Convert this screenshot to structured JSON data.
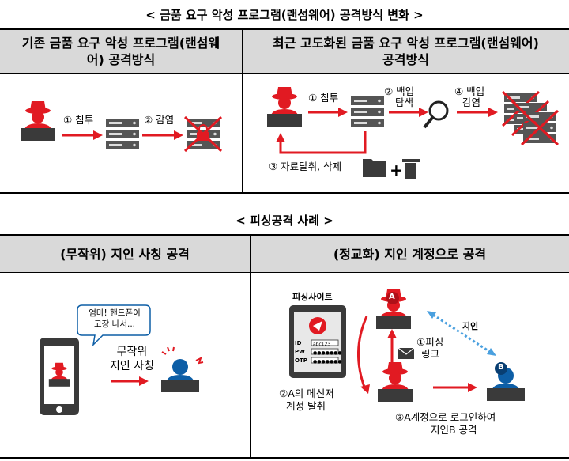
{
  "top": {
    "title": "< 금품 요구 악성 프로그램(랜섬웨어) 공격방식 변화 >",
    "left_header_line1": "기존 금품 요구 악성 프로그램(랜섬웨",
    "left_header_line2": "어) 공격방식",
    "right_header_line1": "최근 고도화된 금품 요구 악성 프로그램(랜섬웨어)",
    "right_header_line2": "공격방식",
    "left_steps": [
      "① 침투",
      "② 감염"
    ],
    "right_steps": {
      "s1": "① 침투",
      "s2_line1": "② 백업",
      "s2_line2": "탐색",
      "s4_line1": "④ 백업",
      "s4_line2": "감염",
      "s3": "③ 자료탈취, 삭제"
    }
  },
  "bottom": {
    "title": "< 피싱공격 사례 >",
    "left_header": "(무작위) 지인 사칭 공격",
    "right_header": "(정교화) 지인 계정으로 공격",
    "speech_line1": "엄마! 핸드폰이",
    "speech_line2": "고장 나서...",
    "impersonate_line1": "무작위",
    "impersonate_line2": "지인 사칭",
    "phishing_site": "피싱사이트",
    "form_labels": [
      "ID",
      "PW",
      "OTP"
    ],
    "form_values": [
      "abc123",
      "●●●●●●●",
      "●●●●●●●"
    ],
    "badge_a": "A",
    "badge_b": "B",
    "acquaintance": "지인",
    "phishing_link_line1": "①피싱",
    "phishing_link_line2": "링크",
    "steal_line1": "②A의 메신저",
    "steal_line2": "계정 탈취",
    "attack_line1": "③A계정으로 로그인하여",
    "attack_line2": "지인B 공격"
  },
  "colors": {
    "accent_red": "#e11a22",
    "header_gray": "#d9d9d9",
    "victim_blue": "#0d5ea6"
  }
}
